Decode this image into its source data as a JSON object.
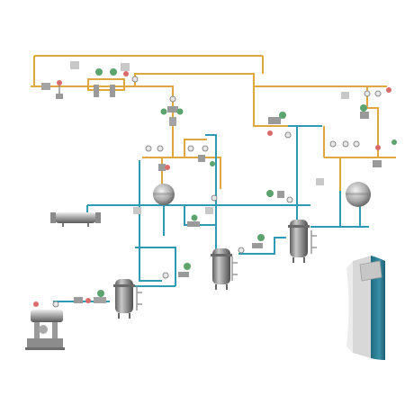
{
  "title": "",
  "colors": {
    "steam_line": "#E0A640",
    "water_line": "#2E9AB3",
    "vessel_body": "#8F8F8F",
    "valve_green": "#5DA36E",
    "valve_red": "#D96B6B",
    "gauge_face": "#E8E8E8",
    "panel_teal": "#2E7C93",
    "panel_face": "#DCDCDC",
    "placeholder_box": "#C8C8C8"
  },
  "components": {
    "vertical_tanks": 3,
    "horizontal_drums": 2,
    "heat_exchanger": 1,
    "pump_skid": 1,
    "control_panel": 1
  }
}
